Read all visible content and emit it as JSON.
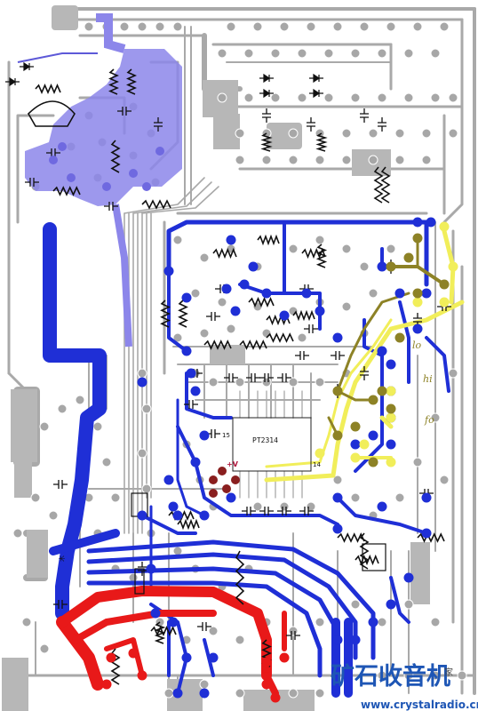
{
  "board": {
    "ic_label": "PT2314",
    "pin_label_left": "15",
    "pin_label_mid": "+V",
    "pin_label_right": "14",
    "vertical_label": "木",
    "sketch_labels": [
      "lo",
      "hi",
      "fo"
    ]
  },
  "watermark": {
    "chinese": "矿石收音机",
    "url": "www.crystalradio.cn",
    "mark": "家"
  },
  "colors": {
    "copper_gray": "#a9a9a9",
    "trace_blue": "#1f2fd6",
    "trace_lavender": "#8c86ea",
    "trace_red": "#e81919",
    "trace_yellow": "#f1ee5a",
    "trace_olive": "#8d8226",
    "pad_maroon": "#8a1f1f",
    "component_black": "#111111",
    "watermark_blue": "#1e56b5"
  }
}
